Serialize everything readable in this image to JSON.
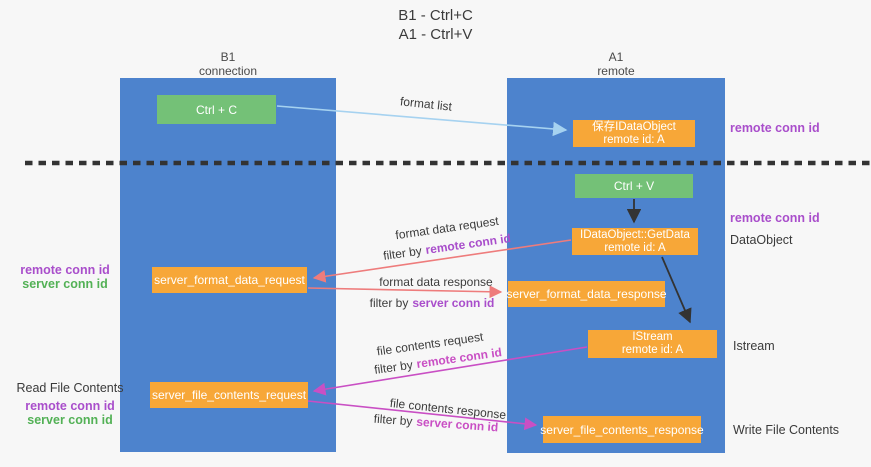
{
  "title": {
    "line1": "B1 - Ctrl+C",
    "line2": "A1 - Ctrl+V"
  },
  "lanes": {
    "left": {
      "name": "B1",
      "role": "connection"
    },
    "right": {
      "name": "A1",
      "role": "remote"
    }
  },
  "boxes": {
    "ctrl_c": {
      "label": "Ctrl + C"
    },
    "ctrl_v": {
      "label": "Ctrl + V"
    },
    "save_idataobject": {
      "line1": "保存IDataObject",
      "line2": "remote id: A"
    },
    "idataobject_getdata": {
      "line1": "IDataObject::GetData",
      "line2": "remote id: A"
    },
    "istream": {
      "line1": "IStream",
      "line2": "remote id: A"
    },
    "server_format_data_request": {
      "label": "server_format_data_request"
    },
    "server_format_data_response": {
      "label": "server_format_data_response"
    },
    "server_file_contents_request": {
      "label": "server_file_contents_request"
    },
    "server_file_contents_response": {
      "label": "server_file_contents_response"
    }
  },
  "arrow_labels": {
    "format_list": "format list",
    "format_data_request": "format data request",
    "format_data_response": "format data response",
    "file_contents_request": "file contents request",
    "file_contents_response": "file contents response",
    "filter_by": "filter by",
    "remote_conn_id": "remote conn id",
    "server_conn_id": "server conn id"
  },
  "side_labels": {
    "remote_conn_id": "remote conn id",
    "server_conn_id": "server conn id",
    "dataobject": "DataObject",
    "istream": "Istream",
    "read_file_contents": "Read File Contents",
    "write_file_contents": "Write File Contents"
  },
  "colors": {
    "lane_blue": "#4d83cd",
    "box_green": "#74c177",
    "box_orange": "#f7a738",
    "arrow_light_blue": "#a6d2f0",
    "arrow_red": "#ee7c7c",
    "arrow_magenta": "#c94fc4",
    "arrow_black": "#333333",
    "text_purple": "#a94ecb",
    "text_green": "#53b156",
    "dashed_line": "#333333"
  }
}
